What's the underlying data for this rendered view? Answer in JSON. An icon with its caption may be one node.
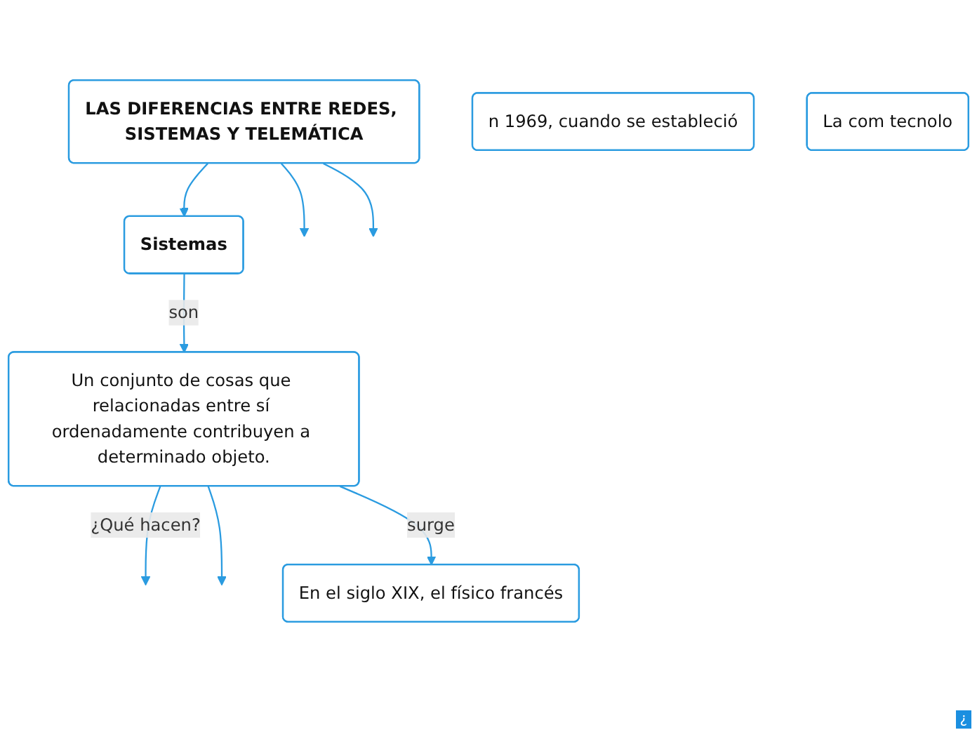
{
  "diagram": {
    "nodes": [
      {
        "text": [
          "LAS DIFERENCIAS ENTRE REDES, SISTEMAS Y TELEMÁTICA"
        ]
      },
      {
        "text": [
          "Sistemas"
        ]
      },
      {
        "text": [
          "Un conjunto de cosas que relacionadas entre sí ordenadamente contribuyen a determinado objeto."
        ]
      },
      {
        "text": [
          "n 1969, cuando se estableció"
        ]
      },
      {
        "text": [
          "En el siglo XIX, el físico francés"
        ]
      },
      {
        "text": [
          "La com tecnolo"
        ]
      }
    ],
    "edges": [
      {
        "from": 0,
        "to": null,
        "arrow": "to"
      },
      {
        "from": 0,
        "to": 1,
        "arrow": "to"
      },
      {
        "from": 0,
        "to": null,
        "arrow": "to"
      },
      {
        "from": 1,
        "to": 2,
        "label": "son",
        "arrow": "to"
      },
      {
        "from": 2,
        "to": null,
        "label": "¿Qué hacen?",
        "arrow": "to"
      },
      {
        "from": 2,
        "to": null,
        "arrow": "to"
      },
      {
        "from": 2,
        "to": 4,
        "label": "surge",
        "arrow": "to"
      }
    ],
    "labels": [
      "¿"
    ]
  }
}
